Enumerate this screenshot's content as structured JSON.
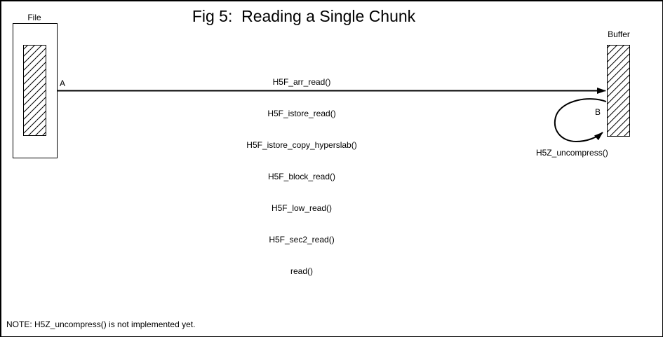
{
  "figure": {
    "title": "Fig 5:  Reading a Single Chunk",
    "file_label": "File",
    "buffer_label": "Buffer",
    "arrow_start_label": "A",
    "arrow_end_label": "B",
    "call_stack": [
      "H5F_arr_read()",
      "H5F_istore_read()",
      "H5F_istore_copy_hyperslab()",
      "H5F_block_read()",
      "H5F_low_read()",
      "H5F_sec2_read()",
      "read()"
    ],
    "uncompress_label": "H5Z_uncompress()",
    "note": "NOTE: H5Z_uncompress() is not implemented yet.",
    "colors": {
      "ink": "#000000",
      "background": "#ffffff"
    }
  }
}
